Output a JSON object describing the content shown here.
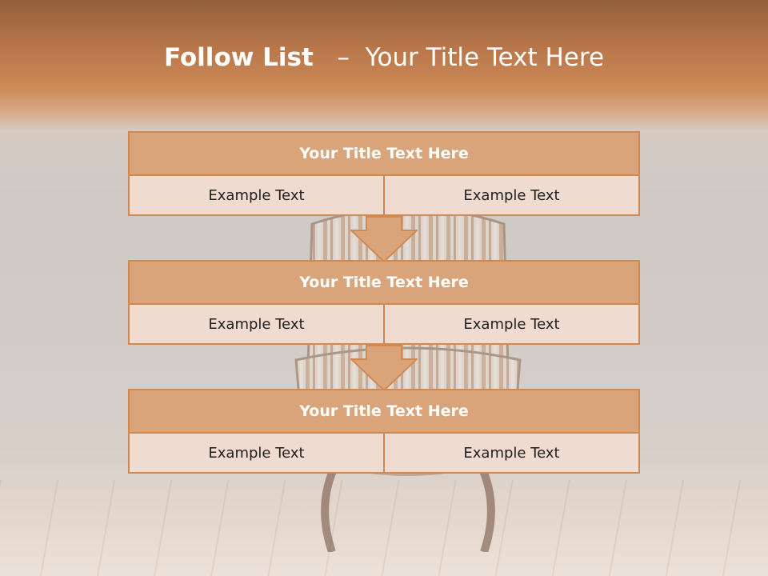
{
  "slide": {
    "title_bold": "Follow List",
    "title_rest": "Your Title Text Here",
    "title_separator": "–"
  },
  "steps": [
    {
      "title": "Your Title Text Here",
      "left": "Example Text",
      "right": "Example Text"
    },
    {
      "title": "Your Title Text Here",
      "left": "Example Text",
      "right": "Example Text"
    },
    {
      "title": "Your Title Text Here",
      "left": "Example Text",
      "right": "Example Text"
    }
  ],
  "colors": {
    "header_band": "#cc8a58",
    "box_fill": "#daa47a",
    "box_border": "#d2894f",
    "cell_fill": "#efdbd0",
    "arrow_fill": "#daa47a"
  }
}
